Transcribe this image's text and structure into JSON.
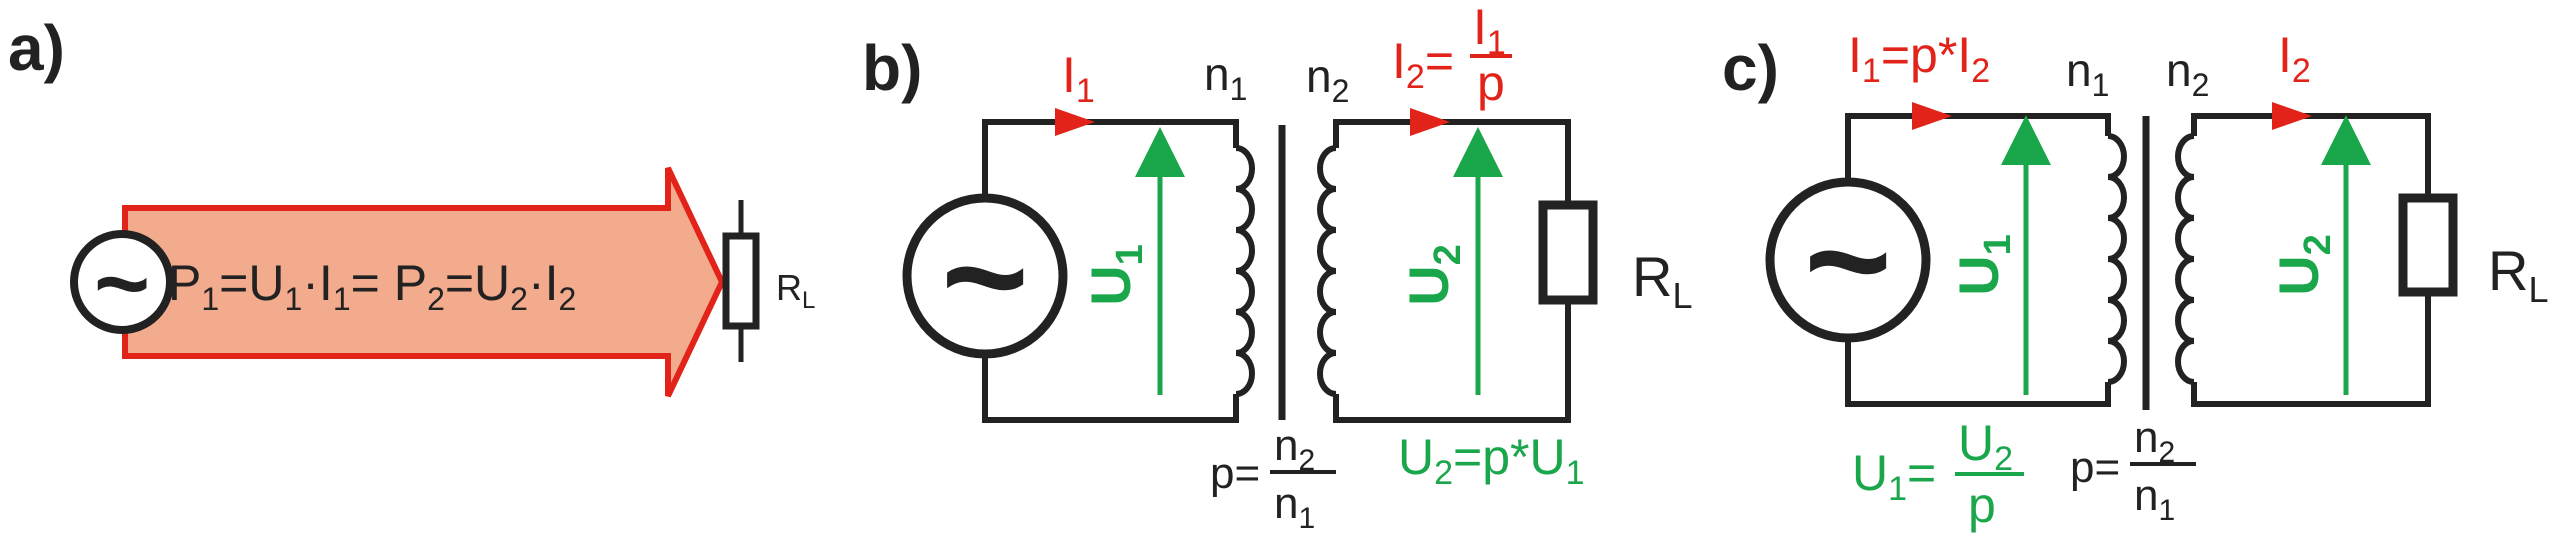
{
  "colors": {
    "wire": "#222222",
    "current": "#e2231a",
    "voltage": "#1aa64a",
    "arrow_fill": "#f2ab8c",
    "arrow_stroke": "#e2231a"
  },
  "panel_a": {
    "label": "a)",
    "eq": {
      "p1": "P",
      "p1_sub": "1",
      "eq1": "=U",
      "u1_sub": "1",
      "dot1": "·I",
      "i1_sub": "1",
      "mid": "= P",
      "p2_sub": "2",
      "eq2": "=U",
      "u2_sub": "2",
      "dot2": "·I",
      "i2_sub": "2"
    },
    "load": {
      "main": "R",
      "sub": "L"
    },
    "source_icon": "ac-source-icon",
    "source_glyph": "~"
  },
  "panel_b": {
    "label": "b)",
    "i1": {
      "main": "I",
      "sub": "1"
    },
    "n1": {
      "main": "n",
      "sub": "1"
    },
    "n2": {
      "main": "n",
      "sub": "2"
    },
    "i2_formula": {
      "lhs": "I",
      "lhs_sub": "2",
      "eq": "=",
      "num": "I",
      "num_sub": "1",
      "den": "p"
    },
    "u1": {
      "main": "U",
      "sub": "1"
    },
    "u2": {
      "main": "U",
      "sub": "2"
    },
    "load": {
      "main": "R",
      "sub": "L"
    },
    "p_formula": {
      "lhs": "p",
      "eq": "=",
      "num": "n",
      "num_sub": "2",
      "den": "n",
      "den_sub": "1"
    },
    "u2_formula": {
      "lhs": "U",
      "lhs_sub": "2",
      "rhs": "=p*U",
      "rhs_sub": "1"
    },
    "source_glyph": "~"
  },
  "panel_c": {
    "label": "c)",
    "i1_formula": {
      "lhs": "I",
      "lhs_sub": "1",
      "rhs": "=p*I",
      "rhs_sub": "2"
    },
    "n1": {
      "main": "n",
      "sub": "1"
    },
    "n2": {
      "main": "n",
      "sub": "2"
    },
    "i2": {
      "main": "I",
      "sub": "2"
    },
    "u1": {
      "main": "U",
      "sub": "1"
    },
    "u2": {
      "main": "U",
      "sub": "2"
    },
    "load": {
      "main": "R",
      "sub": "L"
    },
    "u1_formula": {
      "lhs": "U",
      "lhs_sub": "1",
      "eq": "=",
      "num": "U",
      "num_sub": "2",
      "den": "p"
    },
    "p_formula": {
      "lhs": "p",
      "eq": "=",
      "num": "n",
      "num_sub": "2",
      "den": "n",
      "den_sub": "1"
    },
    "source_glyph": "~"
  }
}
